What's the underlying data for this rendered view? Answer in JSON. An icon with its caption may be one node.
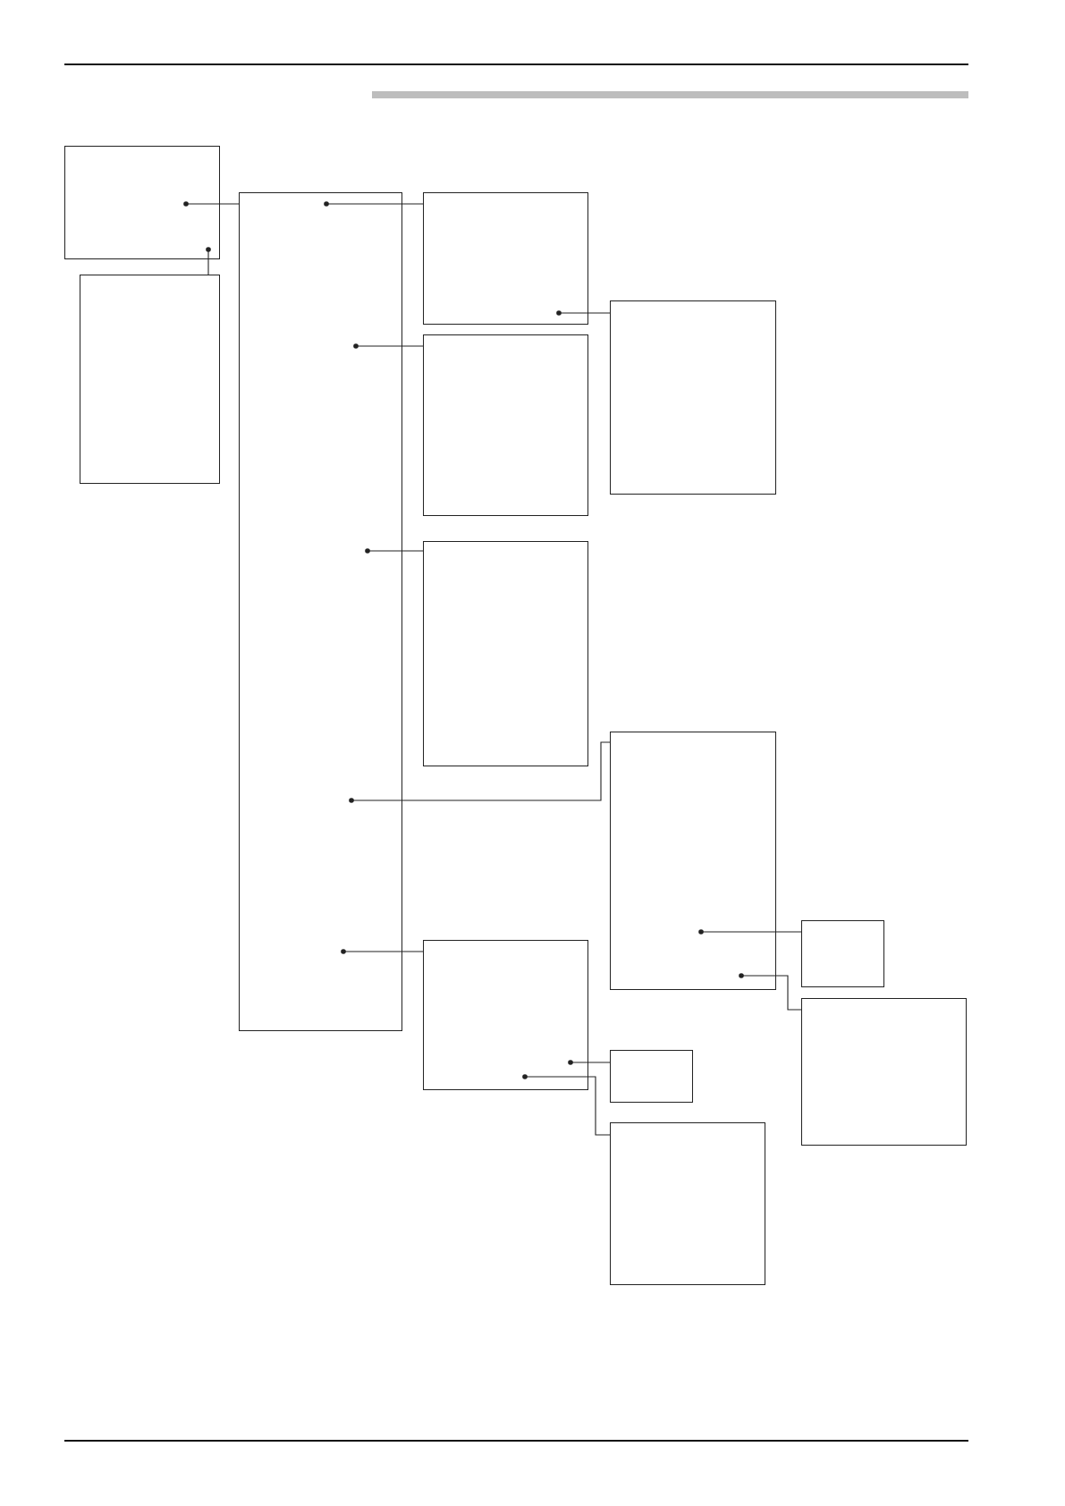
{
  "diagram": {
    "nodes": [
      {
        "text": [],
        "shape": "box"
      },
      {
        "text": [],
        "shape": "box"
      },
      {
        "text": [],
        "shape": "box"
      },
      {
        "text": [],
        "shape": "box"
      },
      {
        "text": [],
        "shape": "box"
      },
      {
        "text": [],
        "shape": "box"
      },
      {
        "text": [],
        "shape": "box"
      },
      {
        "text": [],
        "shape": "box"
      },
      {
        "text": [],
        "shape": "box"
      },
      {
        "text": [],
        "shape": "box"
      },
      {
        "text": [],
        "shape": "box"
      },
      {
        "text": [],
        "shape": "box"
      },
      {
        "text": [],
        "shape": "box"
      }
    ],
    "edges": [
      {
        "from": 0,
        "to": 2,
        "arrow": "other"
      },
      {
        "from": 0,
        "to": 1,
        "arrow": "other"
      },
      {
        "from": 2,
        "to": 3,
        "arrow": "other"
      },
      {
        "from": 2,
        "to": 4,
        "arrow": "other"
      },
      {
        "from": 2,
        "to": 5,
        "arrow": "other"
      },
      {
        "from": 2,
        "to": 8,
        "arrow": "other"
      },
      {
        "from": 2,
        "to": 6,
        "arrow": "other"
      },
      {
        "from": 3,
        "to": 7,
        "arrow": "other"
      },
      {
        "from": 8,
        "to": 11,
        "arrow": "other"
      },
      {
        "from": 8,
        "to": 12,
        "arrow": "other"
      },
      {
        "from": 6,
        "to": 9,
        "arrow": "other"
      },
      {
        "from": 6,
        "to": 10,
        "arrow": "other"
      }
    ]
  }
}
